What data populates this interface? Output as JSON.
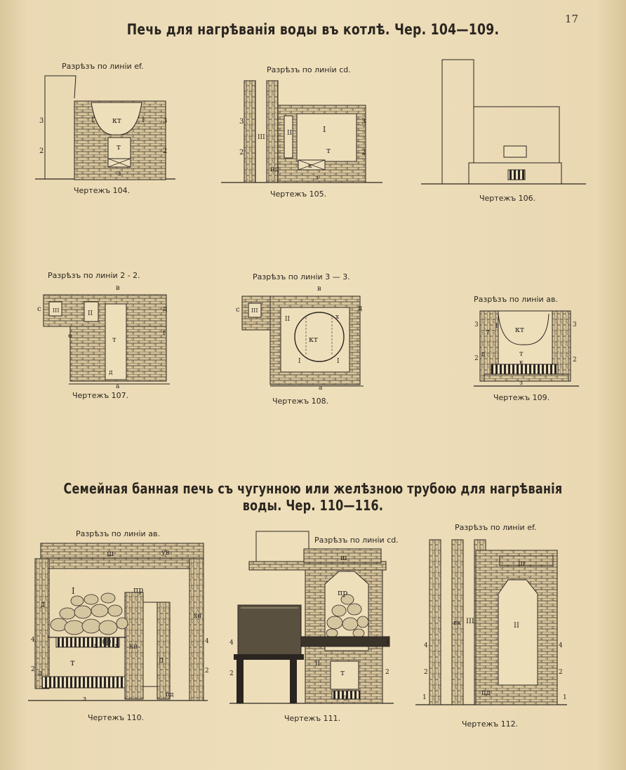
{
  "page": {
    "number": "17",
    "title": "Печь для нагрѣванія воды въ котлѣ. Чер. 104—109.",
    "section_title": "Семейная банная печь съ чугунною или желѣзною трубою для нагрѣванія воды. Чер. 110—116."
  },
  "figures": {
    "fig104": {
      "section": "Разрѣзъ по линіи ef.",
      "caption": "Чертежъ 104."
    },
    "fig105": {
      "section": "Разрѣзъ по линіи cd.",
      "caption": "Чертежъ 105."
    },
    "fig106": {
      "caption": "Чертежъ 106."
    },
    "fig107": {
      "section": "Разрѣзъ по линіи 2 - 2.",
      "caption": "Чертежъ 107."
    },
    "fig108": {
      "section": "Разрѣзъ по линіи 3 — 3.",
      "caption": "Чертежъ 108."
    },
    "fig109": {
      "section": "Разрѣзъ по линіи ав.",
      "caption": "Чертежъ 109."
    },
    "fig110": {
      "section": "Разрѣзъ по линіи ав.",
      "caption": "Чертежъ 110."
    },
    "fig111": {
      "section": "Разрѣзъ по линіи cd.",
      "caption": "Чертежъ 111."
    },
    "fig112": {
      "section": "Разрѣзъ по линіи ef.",
      "caption": "Чертежъ 112."
    }
  },
  "drawing_labels": {
    "kt": "кт",
    "t": "т",
    "k": "к",
    "z": "з",
    "I": "I",
    "II": "II",
    "III": "III",
    "pd": "пд",
    "pr": "пр",
    "sh": "ш",
    "uv": "ув",
    "kv": "кв",
    "vk": "вк",
    "d": "д",
    "x": "х",
    "xh": "хн",
    "c": "c",
    "e": "e",
    "f": "f",
    "a": "a",
    "v": "в",
    "n1": "1",
    "n2": "2",
    "n3": "3",
    "n4": "4",
    "n7": "7"
  },
  "colors": {
    "paper": "#e8d9b4",
    "ink": "#2a2520",
    "brick": "#c9b58c"
  }
}
